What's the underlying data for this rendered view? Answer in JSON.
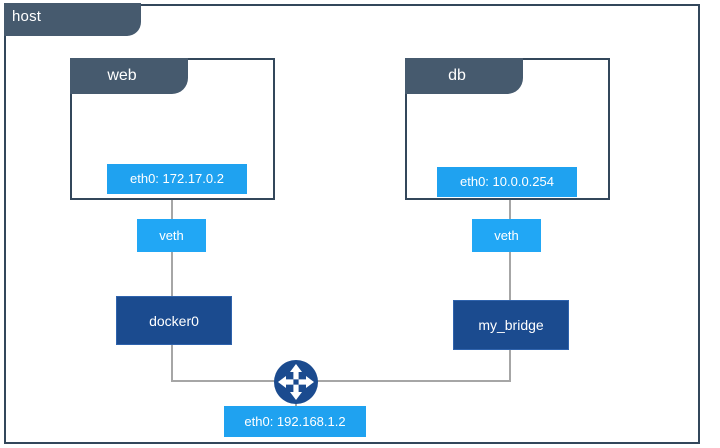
{
  "diagram": {
    "title": "host",
    "type": "network-topology",
    "host": {
      "label": "host",
      "border_color": "#33475b",
      "tab_color": "#465a6e"
    },
    "containers": [
      {
        "name": "web",
        "label": "web",
        "interface": "eth0: 172.17.0.2",
        "veth": "veth",
        "bridge": "docker0"
      },
      {
        "name": "db",
        "label": "db",
        "interface": "eth0: 10.0.0.254",
        "veth": "veth",
        "bridge": "my_bridge"
      }
    ],
    "host_interface": {
      "label": "eth0: 192.168.1.2"
    },
    "router": {
      "icon": "router-icon",
      "color": "#1b4b8f"
    },
    "colors": {
      "container_border": "#33475b",
      "container_tab": "#465a6e",
      "ip_box": "#1fa2f0",
      "veth_box": "#21a7f5",
      "bridge_box": "#1b4b8f",
      "connector_line": "#a6a6a6",
      "background": "#ffffff"
    }
  }
}
